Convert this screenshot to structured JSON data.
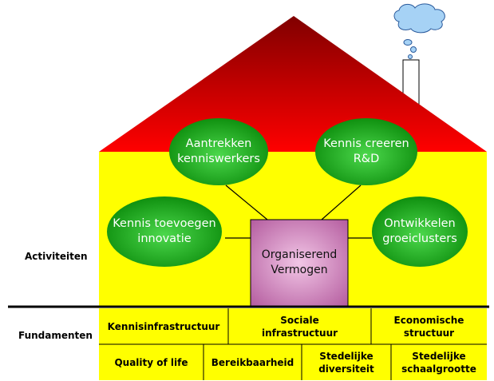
{
  "activities": [
    {
      "id": "aantrekken",
      "label": "Aantrekken\nkenniswerkers"
    },
    {
      "id": "creeren",
      "label": "Kennis creeren\nR&D"
    },
    {
      "id": "toevoegen",
      "label": "Kennis toevoegen\ninnovatie"
    },
    {
      "id": "ontwikkelen",
      "label": "Ontwikkelen\ngroeiclusters"
    }
  ],
  "center": {
    "label": "Organiserend\nVermogen"
  },
  "side_labels": {
    "activiteiten": "Activiteiten",
    "fundamenten": "Fundamenten"
  },
  "foundations": {
    "row1": [
      "Kennisinfrastructuur",
      "Sociale\ninfrastructuur",
      "Economische\nstructuur"
    ],
    "row2": [
      "Quality of life",
      "Bereikbaarheid",
      "Stedelijke\ndiversiteit",
      "Stedelijke\nschaalgrootte"
    ]
  },
  "colors": {
    "roof_top": "#800000",
    "roof_bottom": "#ff0000",
    "wall": "#ffff00",
    "ellipse_light": "#4cd84c",
    "ellipse_dark": "#0a8a0a",
    "center_box_light": "#f2c6e6",
    "center_box_dark": "#b0559a",
    "cloud": "#a6d2f5"
  }
}
